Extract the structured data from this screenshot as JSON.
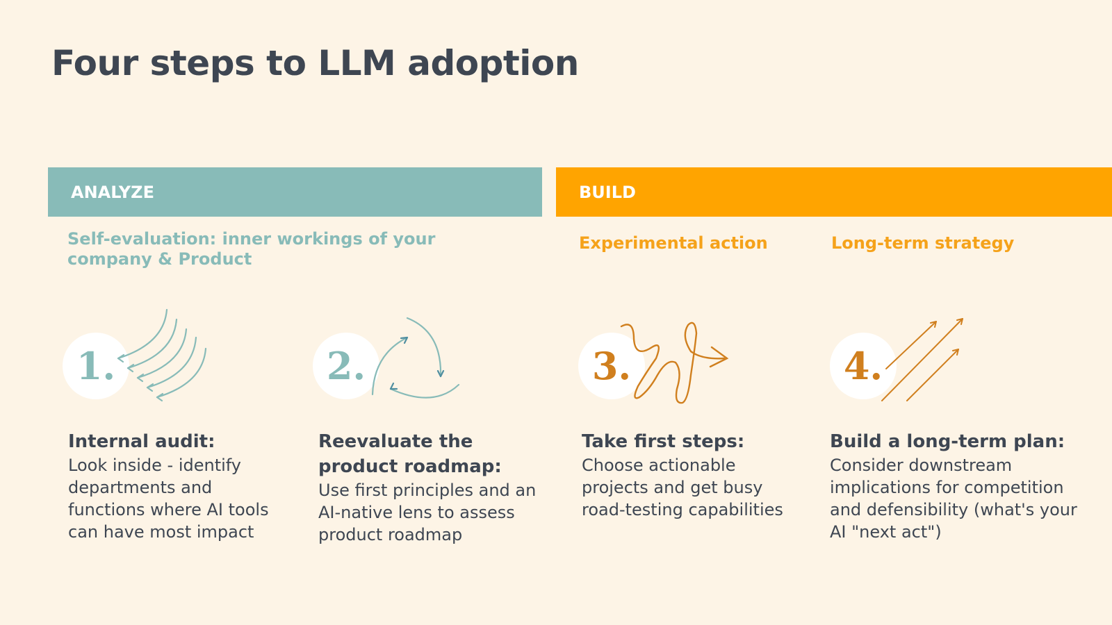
{
  "title": "Four steps to LLM adoption",
  "phases": {
    "analyze": {
      "label": "ANALYZE",
      "subtitle": "Self-evaluation: inner workings of your company & Product",
      "color": "#88bbb8"
    },
    "build": {
      "label": "BUILD",
      "subtitles": [
        "Experimental action",
        "Long-term strategy"
      ],
      "color": "#ffa400"
    }
  },
  "steps": [
    {
      "number": "1.",
      "heading": "Internal audit:",
      "body": "Look inside - identify departments and functions where AI tools can have most impact",
      "icon": "converging-arrows-icon"
    },
    {
      "number": "2.",
      "heading": "Reevaluate the product roadmap:",
      "body": "Use first principles and an AI-native lens to assess product roadmap",
      "icon": "cycle-arrows-icon"
    },
    {
      "number": "3.",
      "heading": "Take first steps:",
      "body": "Choose actionable projects and get busy road-testing capabilities",
      "icon": "squiggle-arrow-icon"
    },
    {
      "number": "4.",
      "heading": "Build a long-term plan:",
      "body": "Consider downstream implications for competition and defensibility (what's your AI \"next act\")",
      "icon": "diagonal-arrows-icon"
    }
  ]
}
